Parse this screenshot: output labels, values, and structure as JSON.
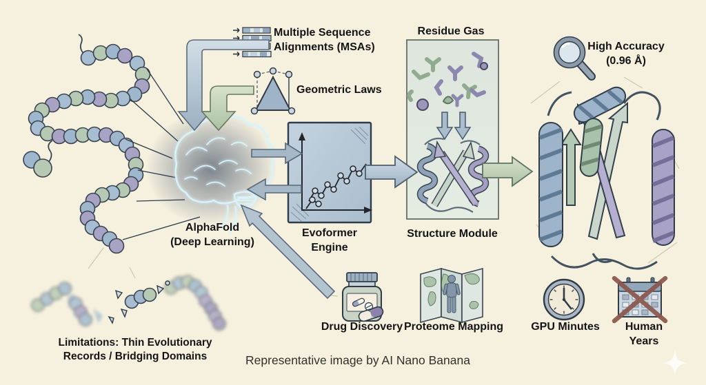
{
  "figure": {
    "background_color": "#f6f1df",
    "inputs": {
      "msa_label": "Multiple Sequence\nAlignments (MSAs)",
      "geometric_label": "Geometric Laws"
    },
    "model": {
      "alphafold_label": "AlphaFold\n(Deep Learning)",
      "evoformer_label": "Evoformer\nEngine"
    },
    "pipeline": {
      "residue_gas_label": "Residue Gas",
      "structure_module_label": "Structure Module"
    },
    "result": {
      "high_accuracy_label": "High Accuracy\n(0.96 Å)"
    },
    "applications": {
      "drug_discovery_label": "Drug Discovery",
      "proteome_mapping_label": "Proteome Mapping"
    },
    "efficiency": {
      "gpu_minutes_label": "GPU Minutes",
      "human_years_label": "Human Years"
    },
    "limitations_label": "Limitations: Thin Evolutionary\nRecords / Bridging Domains",
    "caption": "Representative image by AI Nano Banana",
    "colors": {
      "arrow_blue": "#a9bdce",
      "arrow_green": "#b7cbb0",
      "evoformer_box": "#b9c9d6",
      "residue_box": "#e2e9e0",
      "ink": "#161616"
    }
  }
}
